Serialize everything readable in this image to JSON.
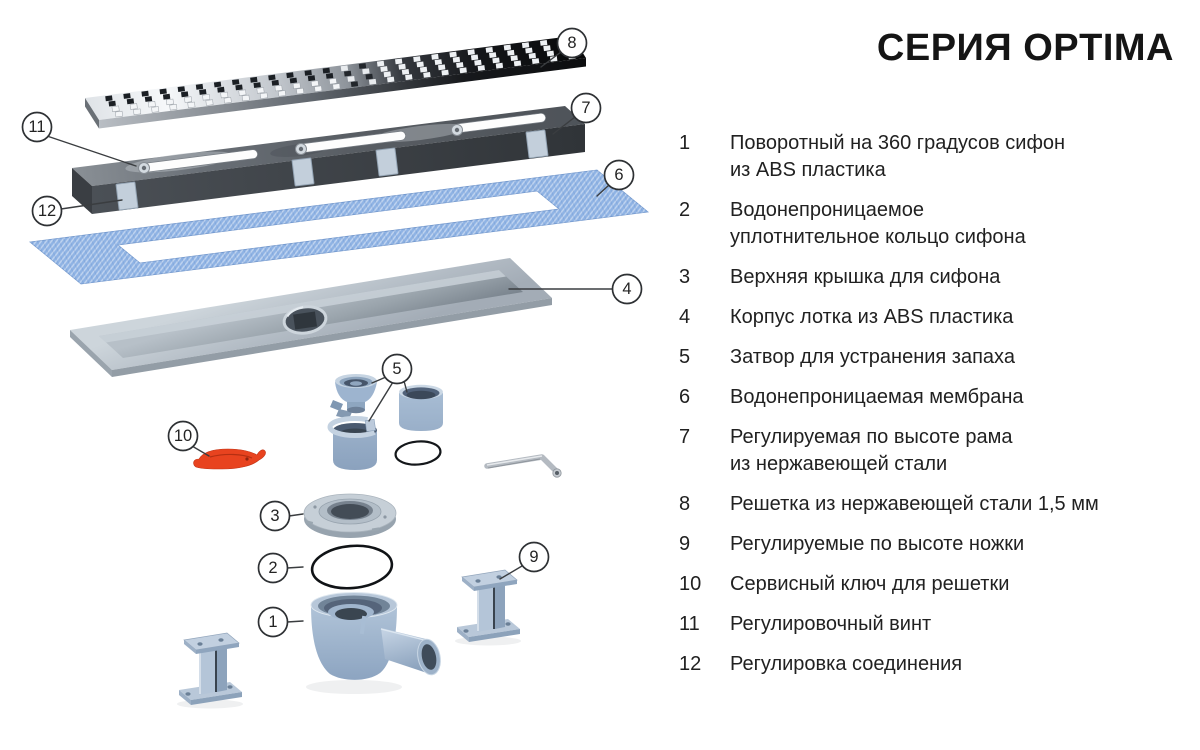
{
  "title": "СЕРИЯ OPTIMA",
  "legend": {
    "items": [
      {
        "num": "1",
        "label": "Поворотный на 360 градусов сифон\nиз ABS пластика"
      },
      {
        "num": "2",
        "label": "Водонепроницаемое\nуплотнительное кольцо сифона"
      },
      {
        "num": "3",
        "label": "Верхняя крышка для сифона"
      },
      {
        "num": "4",
        "label": "Корпус лотка из ABS пластика"
      },
      {
        "num": "5",
        "label": "Затвор для устранения запаха"
      },
      {
        "num": "6",
        "label": "Водонепроницаемая мембрана"
      },
      {
        "num": "7",
        "label": "Регулируемая по высоте рама\nиз нержавеющей стали"
      },
      {
        "num": "8",
        "label": "Решетка из нержавеющей стали 1,5 мм"
      },
      {
        "num": "9",
        "label": "Регулируемые по высоте ножки"
      },
      {
        "num": "10",
        "label": "Сервисный ключ для решетки"
      },
      {
        "num": "11",
        "label": "Регулировочный винт"
      },
      {
        "num": "12",
        "label": "Регулировка соединения"
      }
    ]
  },
  "callouts": {
    "c1": "1",
    "c2": "2",
    "c3": "3",
    "c4": "4",
    "c5": "5",
    "c6": "6",
    "c7": "7",
    "c8": "8",
    "c9": "9",
    "c10": "10",
    "c11": "11",
    "c12": "12"
  },
  "colors": {
    "membrane_blue": "#8fb3e4",
    "plastic_blue_gray": "#a7bdd6",
    "steel_silver": "#e8ecf0",
    "steel_dark": "#17191d",
    "frame_gray": "#5a5f66",
    "tray_gray": "#b6bfc8",
    "service_key_red": "#e8431f"
  }
}
